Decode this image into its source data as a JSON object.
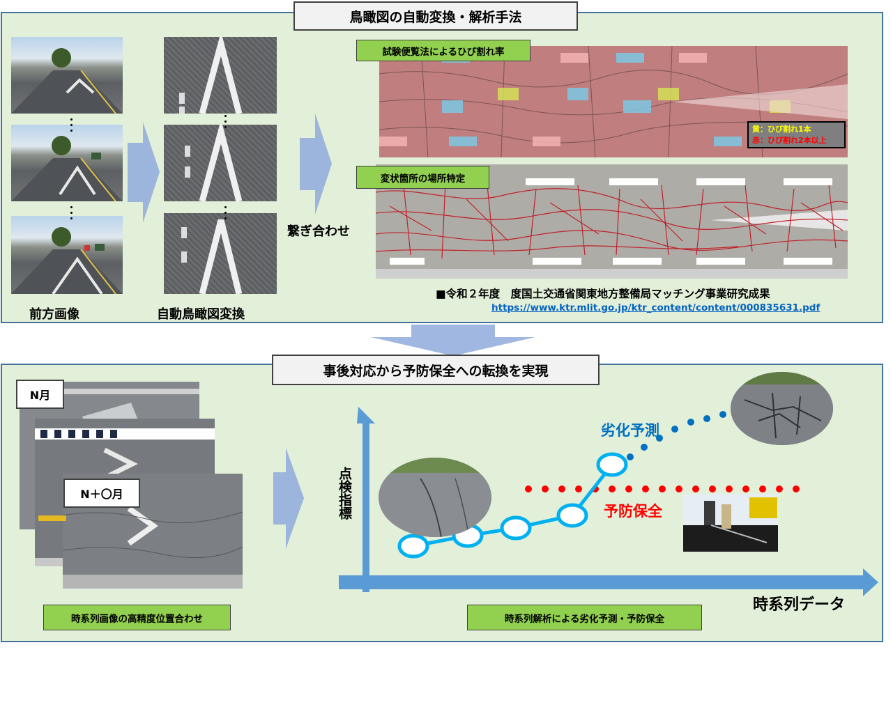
{
  "top": {
    "title": "鳥瞰図の自動変換・解析手法",
    "caption_front": "前方画像",
    "caption_birdseye": "自動鳥瞰図変換",
    "merge_label": "繋ぎ合わせ",
    "label_crack_rate": "試験便覧法によるひび割れ率",
    "label_location": "変状箇所の場所特定",
    "legend_yellow": "黄：ひび割れ1本",
    "legend_red": "赤：ひび割れ2本以上",
    "source_note": "■令和２年度　度国土交通省関東地方整備局マッチング事業研究成果",
    "source_url": "https://www.ktr.mlit.go.jp/ktr_content/content/000835631.pdf"
  },
  "bottom": {
    "title": "事後対応から予防保全への転換を実現",
    "month_n": "N月",
    "month_n_plus": "N＋〇月",
    "label_alignment": "時系列画像の高精度位置合わせ",
    "label_analysis": "時系列解析による劣化予測・予防保全",
    "y_axis": "点検指標",
    "x_axis": "時系列データ",
    "deterioration_label": "劣化予測",
    "preventive_label": "予防保全"
  },
  "colors": {
    "panel_bg": "#e2efd9",
    "panel_border": "#41719c",
    "label_green": "#92d050",
    "arrow_blue": "#8faadc",
    "axis_blue": "#5b9bd5",
    "series_cyan": "#00b0f0",
    "prediction_blue": "#0070c0",
    "preventive_red": "#ff0000"
  }
}
